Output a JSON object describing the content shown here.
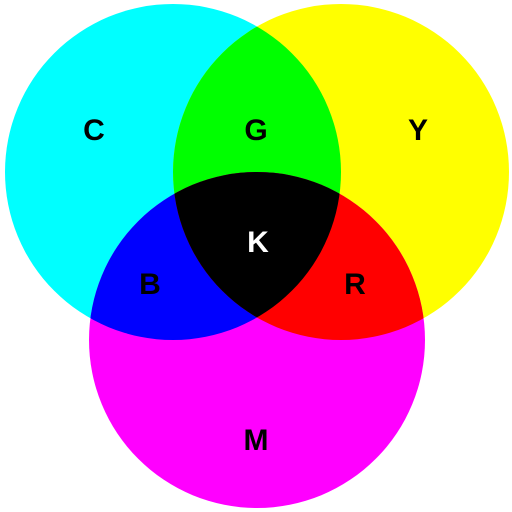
{
  "regions": {
    "cyan": {
      "label": "C",
      "color": "#00FFFF",
      "text_color": "#000000"
    },
    "yellow": {
      "label": "Y",
      "color": "#FFFF00",
      "text_color": "#000000"
    },
    "magenta": {
      "label": "M",
      "color": "#FF00FF",
      "text_color": "#000000"
    },
    "green": {
      "label": "G",
      "color": "#00FF00",
      "text_color": "#000000"
    },
    "blue": {
      "label": "B",
      "color": "#0000FF",
      "text_color": "#000000"
    },
    "red": {
      "label": "R",
      "color": "#FF0000",
      "text_color": "#000000"
    },
    "black": {
      "label": "K",
      "color": "#000000",
      "text_color": "#FFFFFF"
    }
  }
}
